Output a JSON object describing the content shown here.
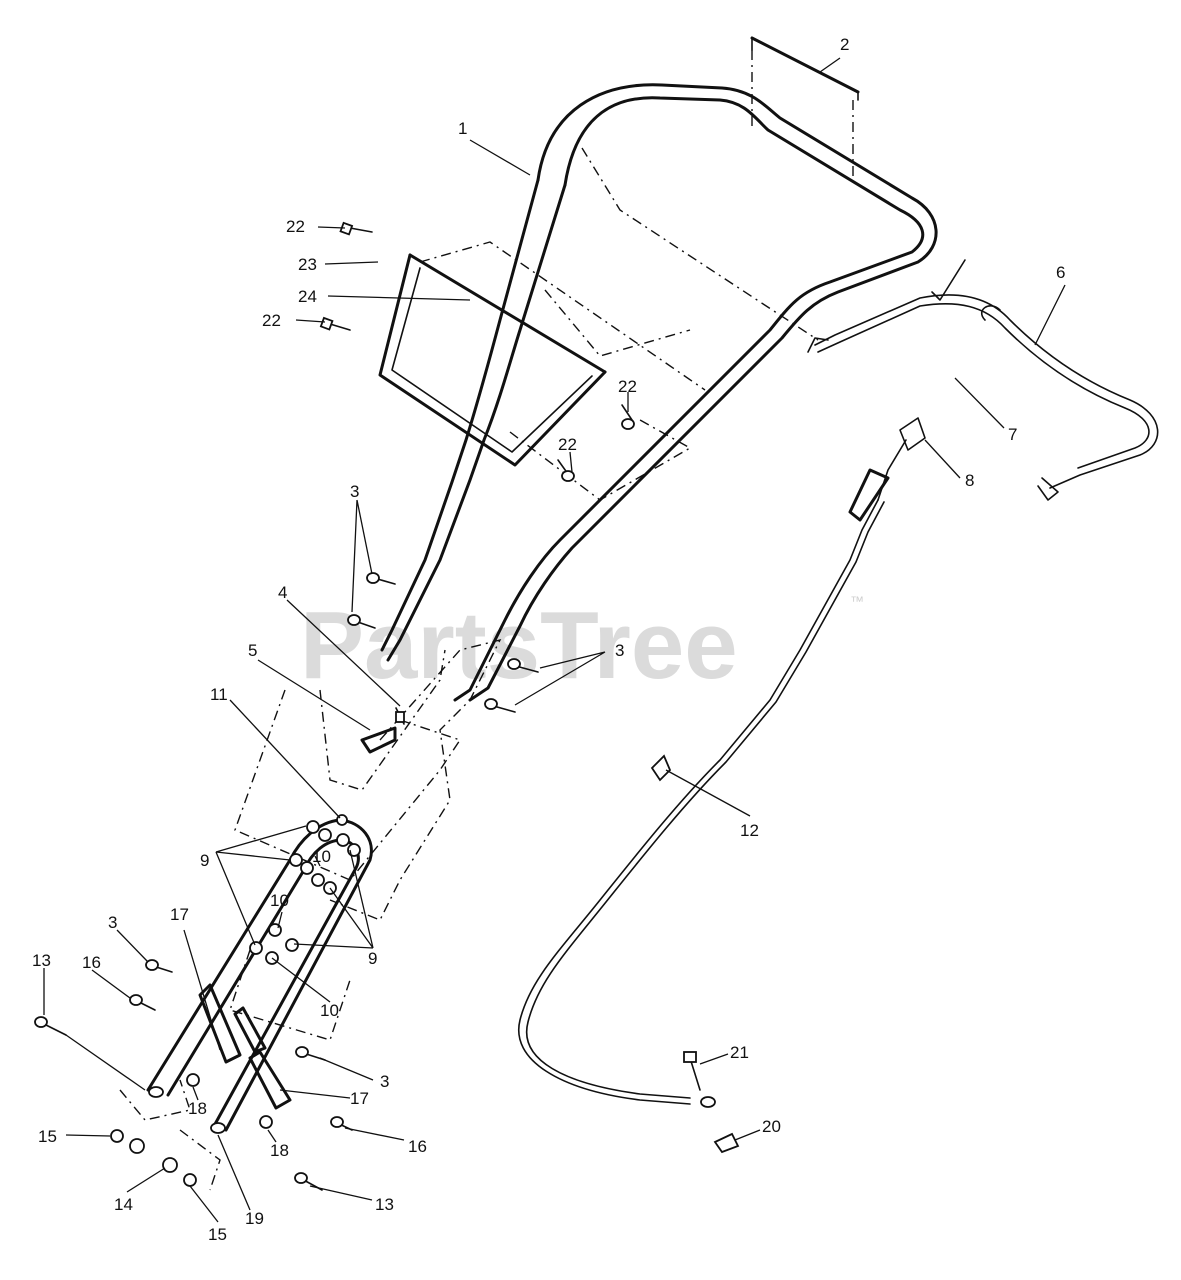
{
  "watermark": {
    "text": "PartsTree",
    "trademark": "™"
  },
  "callouts": {
    "c1": "1",
    "c2": "2",
    "c3a": "3",
    "c3b": "3",
    "c3c": "3",
    "c3d": "3",
    "c4": "4",
    "c5": "5",
    "c6": "6",
    "c7": "7",
    "c8": "8",
    "c9a": "9",
    "c9b": "9",
    "c10a": "10",
    "c10b": "10",
    "c10c": "10",
    "c11": "11",
    "c12": "12",
    "c13a": "13",
    "c13b": "13",
    "c14": "14",
    "c15a": "15",
    "c15b": "15",
    "c16a": "16",
    "c16b": "16",
    "c17a": "17",
    "c17b": "17",
    "c18a": "18",
    "c18b": "18",
    "c19": "19",
    "c20": "20",
    "c21": "21",
    "c22a": "22",
    "c22b": "22",
    "c22c": "22",
    "c22d": "22",
    "c23": "23",
    "c24": "24"
  }
}
